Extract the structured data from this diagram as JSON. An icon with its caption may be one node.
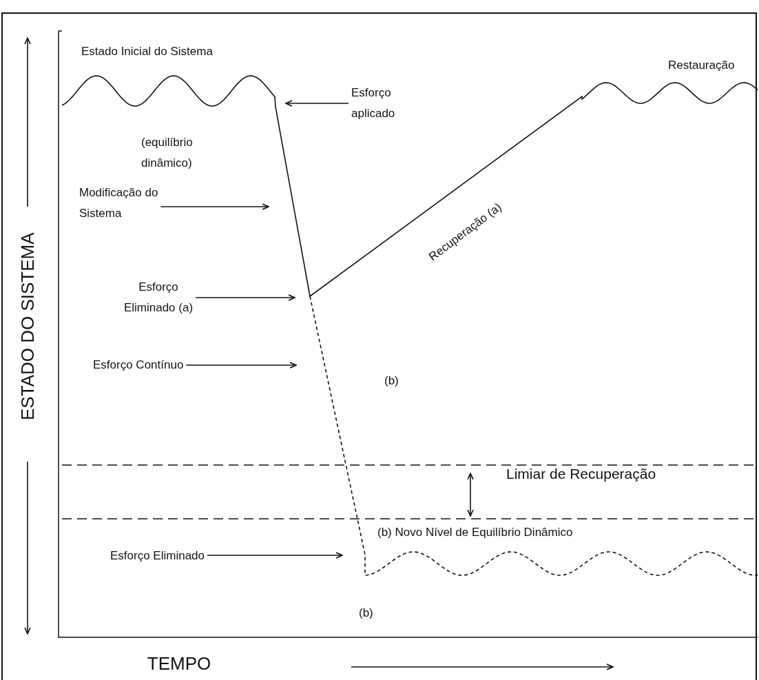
{
  "diagram": {
    "nodes": [
      {
        "text": [
          "Esforço aplicado"
        ]
      },
      {
        "text": [
          "Modificação do Sistema"
        ]
      },
      {
        "text": [
          "Esforço Eliminado (a)"
        ]
      },
      {
        "text": [
          "Esforço Contínuo"
        ]
      },
      {
        "text": [
          "Esforço Eliminado"
        ]
      }
    ],
    "edges": [
      {
        "from": 0,
        "to": null,
        "arrow": "to"
      },
      {
        "from": 1,
        "to": null,
        "arrow": "to"
      },
      {
        "from": 2,
        "to": null,
        "arrow": "to"
      },
      {
        "from": 3,
        "to": null,
        "arrow": "to"
      },
      {
        "from": 4,
        "to": null,
        "arrow": "to"
      }
    ],
    "labels": [
      "Estado Inicial do Sistema",
      "(equilíbrio dinâmico)",
      "Restauração",
      "Recuperação (a)",
      "(b)",
      "Limiar de Recuperação",
      "(b) Novo Nível de Equilíbrio Dinâmico",
      "(b)",
      "ESTADO DO SISTEMA",
      "TEMPO"
    ]
  }
}
